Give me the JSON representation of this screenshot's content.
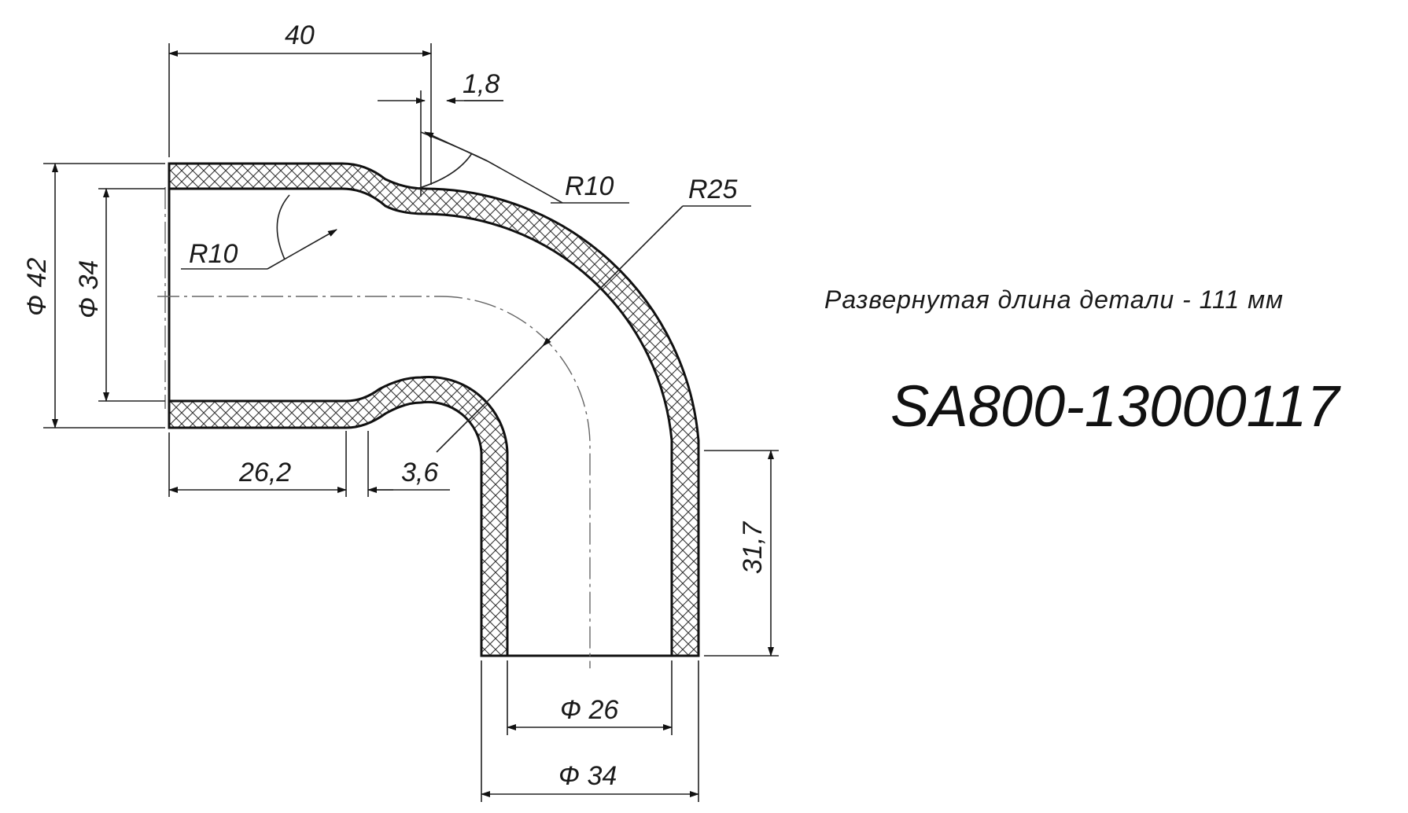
{
  "drawing": {
    "dimensions": {
      "top_length": "40",
      "wall_thickness": "1,8",
      "outer_radius_small": "R10",
      "bend_radius": "R25",
      "inner_radius_small": "R10",
      "outer_diameter_left": "Ф 42",
      "inner_diameter_left": "Ф 34",
      "straight_length": "26,2",
      "transition_length": "3,6",
      "leg_length": "31,7",
      "inner_diameter_bottom": "Ф 26",
      "outer_diameter_bottom": "Ф 34"
    },
    "note": "Развернутая длина детали - 111 мм",
    "part_number": "SA800-13000117"
  },
  "colors": {
    "ink": "#111111",
    "paper": "#ffffff",
    "hatch": "#333333"
  }
}
